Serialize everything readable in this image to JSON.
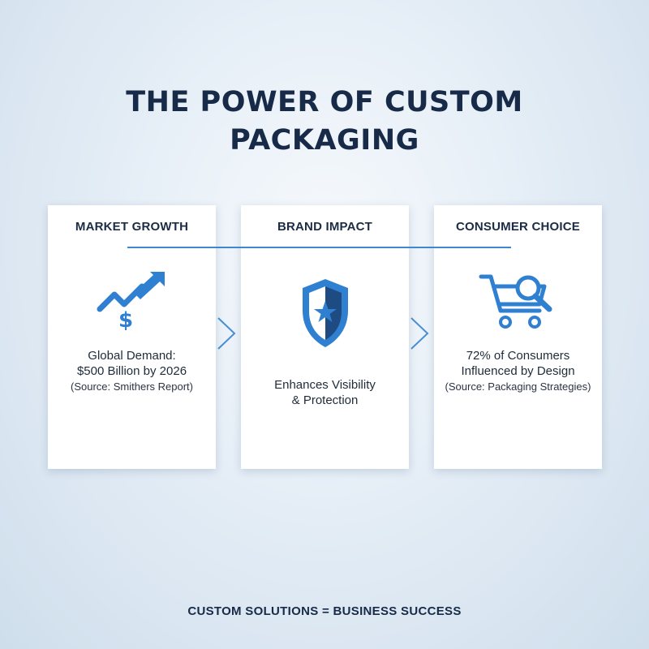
{
  "title": {
    "line1": "THE POWER OF CUSTOM",
    "line2": "PACKAGING"
  },
  "cards": [
    {
      "title": "MARKET GROWTH",
      "icon": "trend-up-dollar-icon",
      "lines": [
        "Global Demand:",
        "$500 Billion by 2026"
      ],
      "source": "(Source: Smithers Report)"
    },
    {
      "title": "BRAND IMPACT",
      "icon": "shield-star-icon",
      "lines": [
        "Enhances Visibility",
        "& Protection"
      ],
      "source": ""
    },
    {
      "title": "CONSUMER CHOICE",
      "icon": "cart-search-icon",
      "lines": [
        "72% of Consumers",
        "Influenced by Design"
      ],
      "source": "(Source: Packaging Strategies)"
    }
  ],
  "footer": "CUSTOM SOLUTIONS = BUSINESS SUCCESS",
  "colors": {
    "accent": "#3f87cf",
    "icon_blue": "#2f80d1",
    "shield_dark": "#1d4b82",
    "text_dark": "#172a48"
  }
}
